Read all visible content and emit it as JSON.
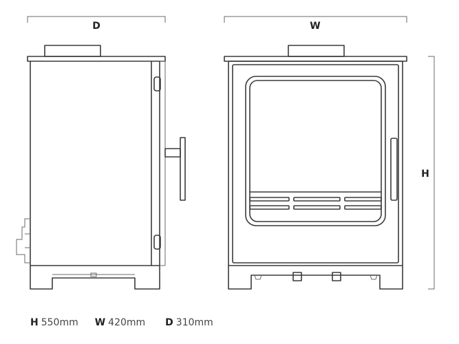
{
  "dimension_labels": {
    "depth": "D",
    "width": "W",
    "height": "H"
  },
  "specs": [
    {
      "key": "H",
      "value": "550mm"
    },
    {
      "key": "W",
      "value": "420mm"
    },
    {
      "key": "D",
      "value": "310mm"
    }
  ]
}
